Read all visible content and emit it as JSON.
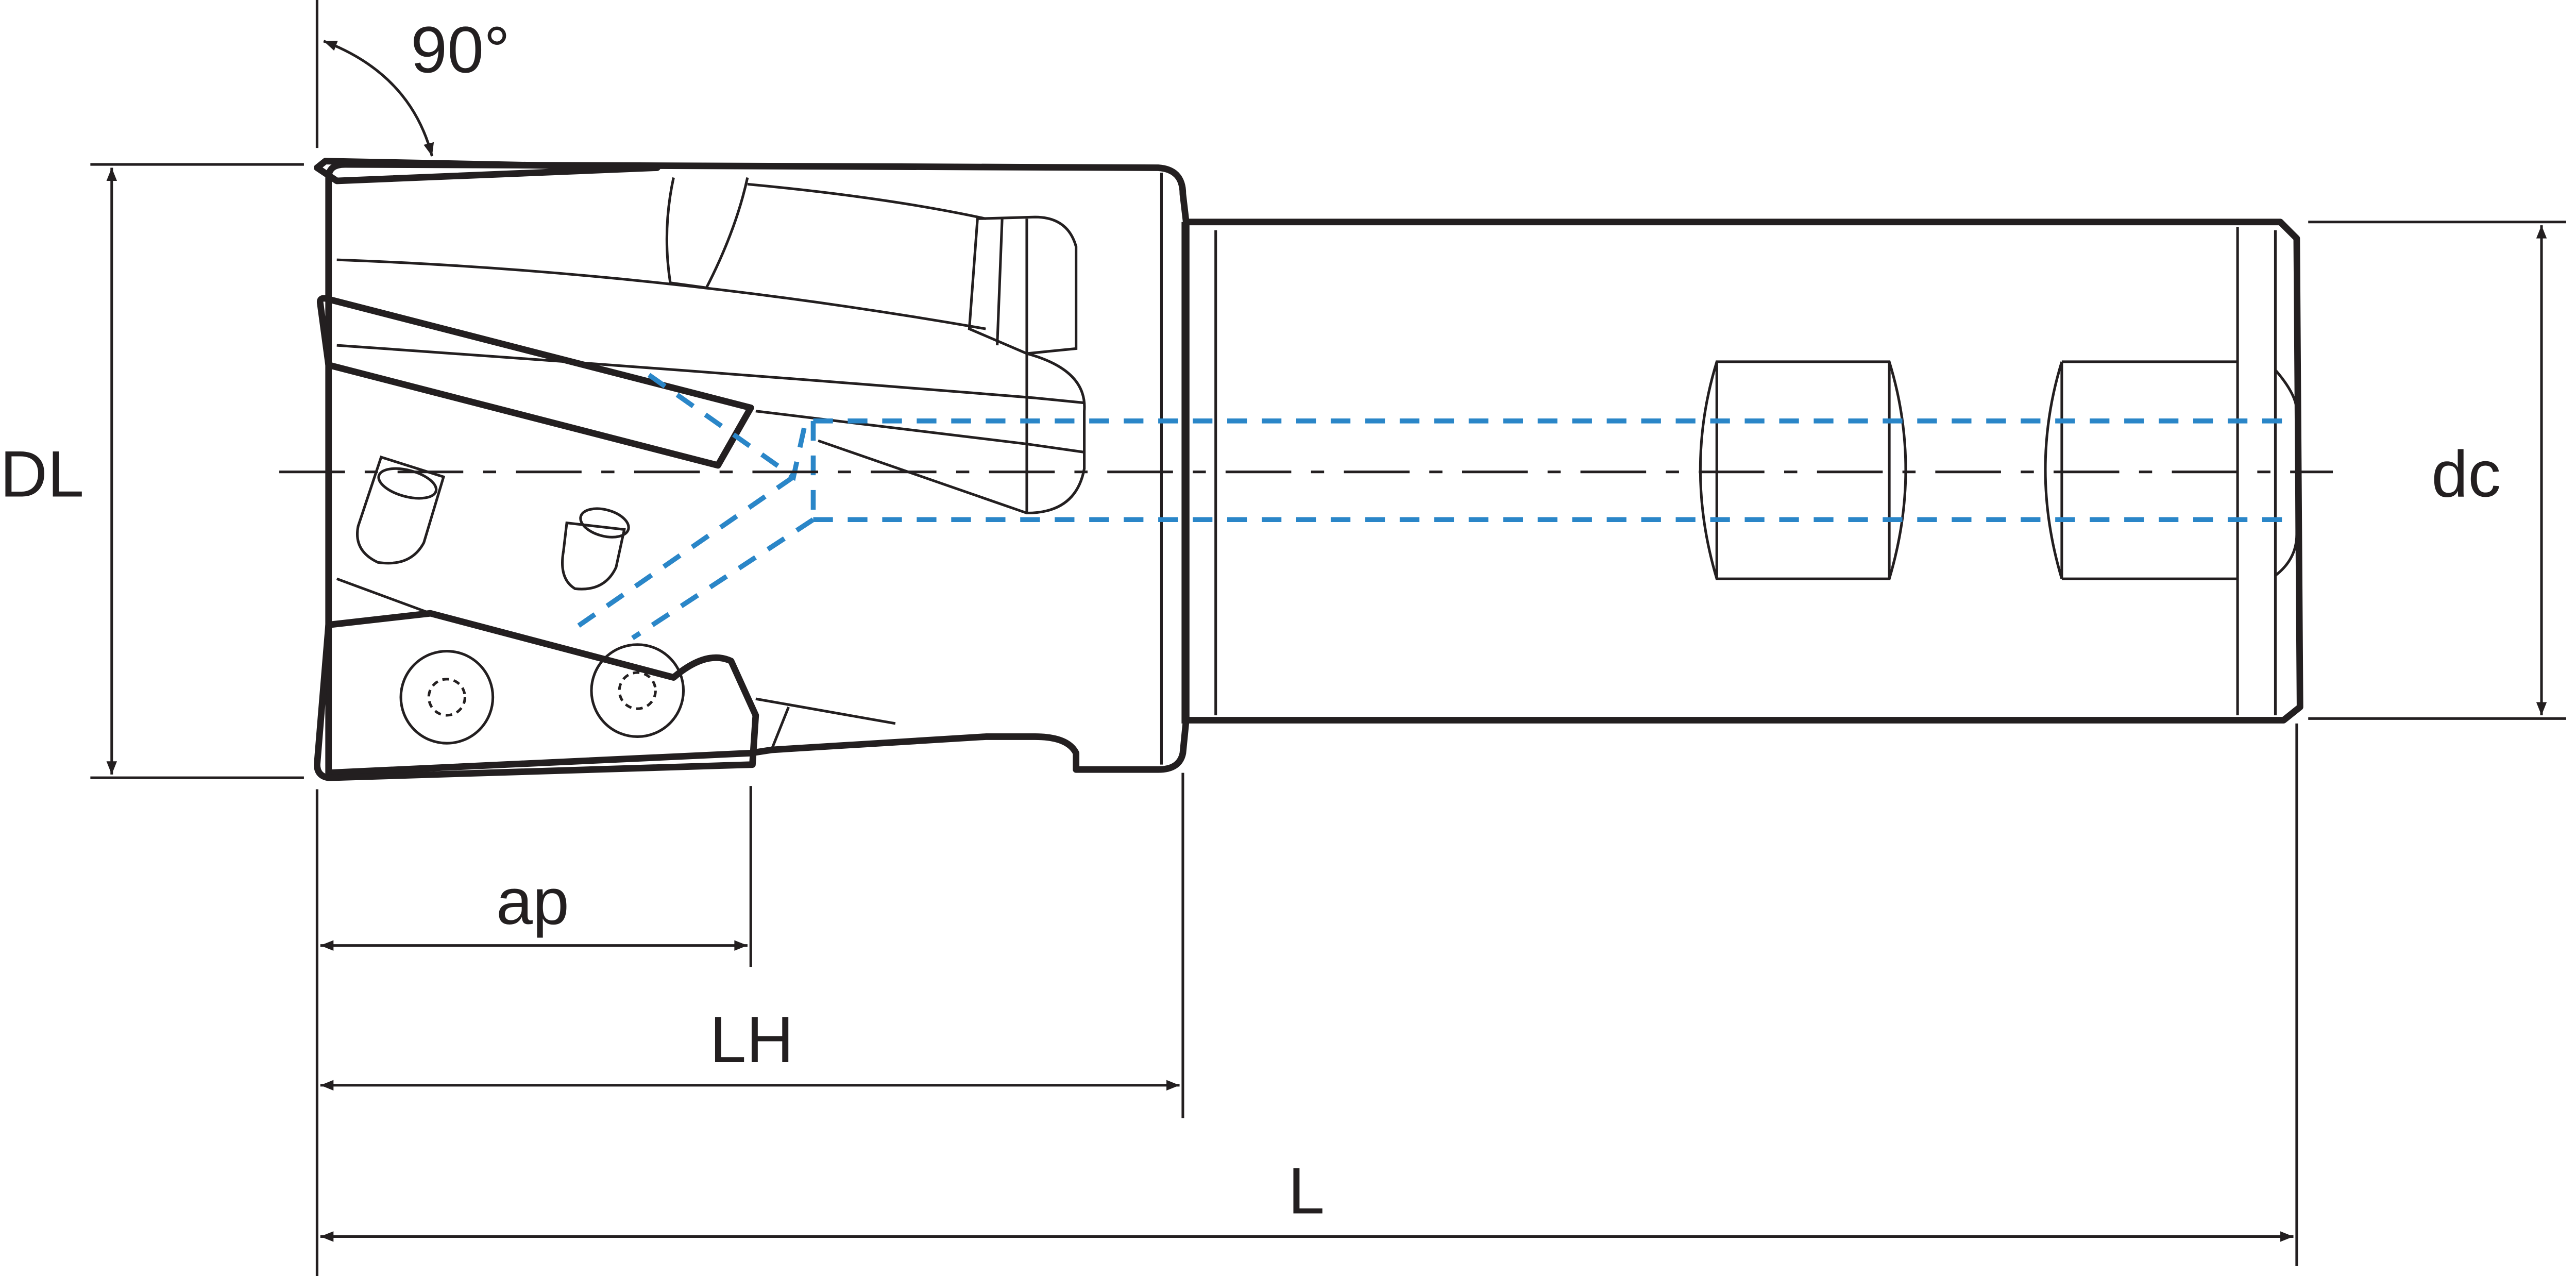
{
  "title": "Square shoulder end mill dimension drawing",
  "labels": {
    "angle": "90°",
    "DL": "DL",
    "dc": "dc",
    "ap": "ap",
    "LH": "LH",
    "L": "L"
  },
  "colors": {
    "body": "#cfd9e0",
    "insert": "#fcdc6e",
    "coolant": "#2a86c8",
    "outline": "#231f20"
  }
}
